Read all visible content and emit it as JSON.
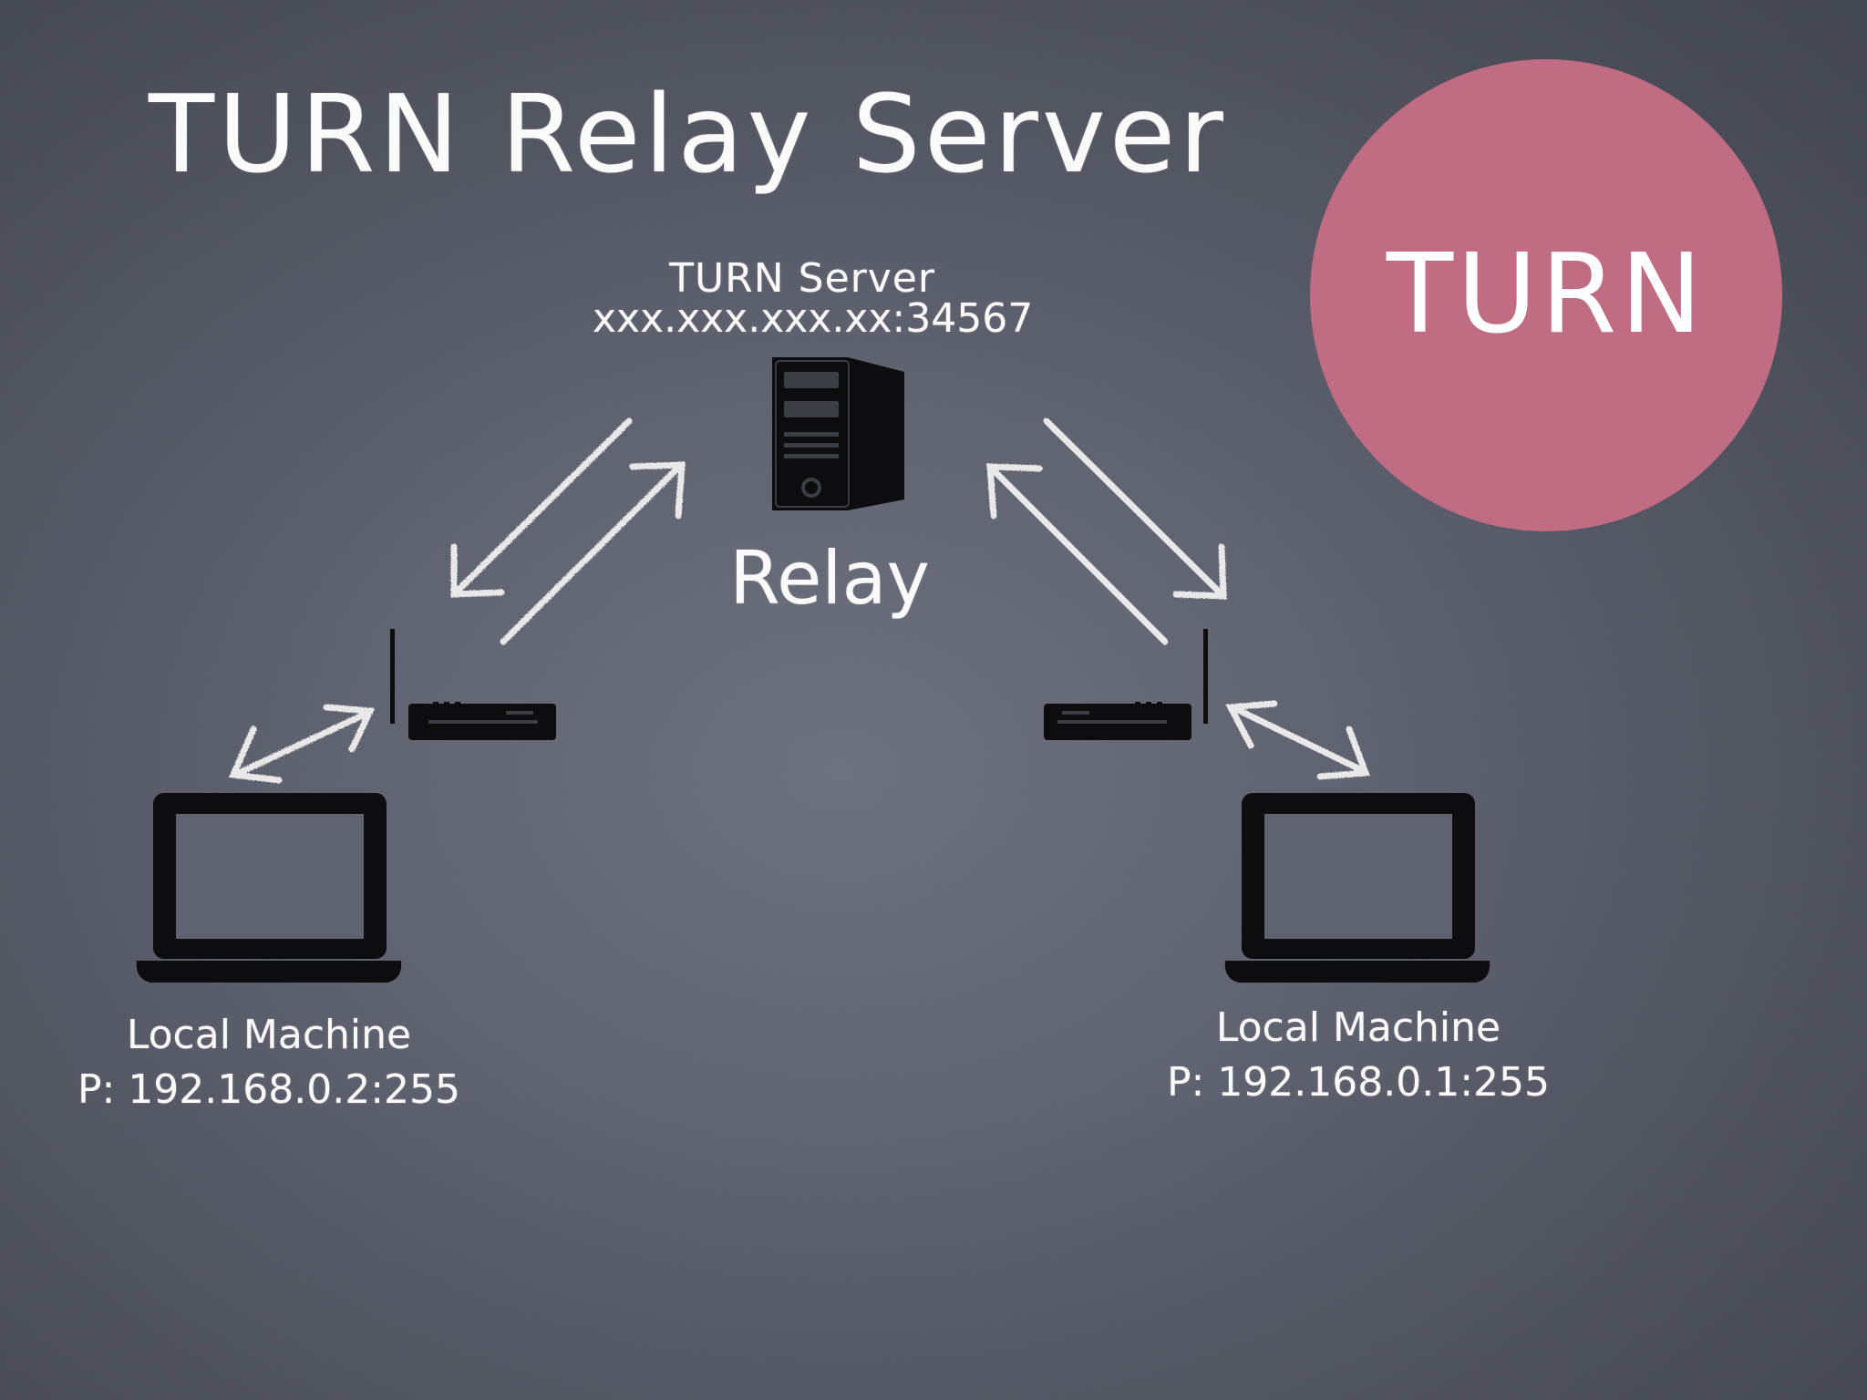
{
  "title": "TURN Relay Server",
  "badge": {
    "label": "TURN",
    "color": "#c06c83"
  },
  "server": {
    "name": "TURN Server",
    "address": "xxx.xxx.xxx.xx:34567",
    "role_label": "Relay",
    "icon": "server-tower-icon"
  },
  "machines": [
    {
      "name": "Local Machine",
      "address": "P: 192.168.0.2:255",
      "icon": "laptop-icon",
      "router_icon": "router-icon"
    },
    {
      "name": "Local Machine",
      "address": "P: 192.168.0.1:255",
      "icon": "laptop-icon",
      "router_icon": "router-icon"
    }
  ],
  "colors": {
    "background": "#5c606d",
    "chalk": "#fafafa",
    "icon": "#0d0d0f"
  }
}
